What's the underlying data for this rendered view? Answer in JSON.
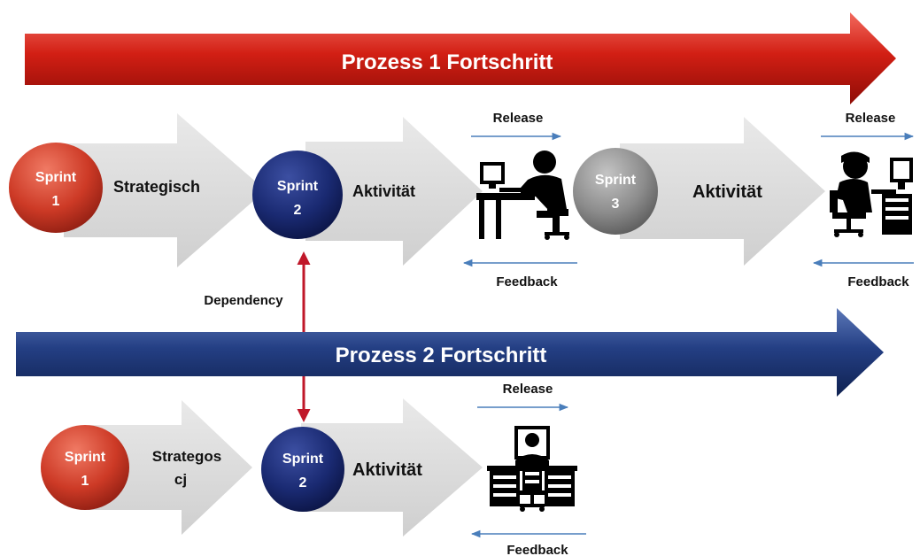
{
  "process1": {
    "banner": "Prozess 1 Fortschritt",
    "sprint1": {
      "line1": "Sprint",
      "line2": "1",
      "activity": "Strategisch"
    },
    "sprint2": {
      "line1": "Sprint",
      "line2": "2",
      "activity": "Aktivität"
    },
    "sprint3": {
      "line1": "Sprint",
      "line2": "3",
      "activity": "Aktivität"
    },
    "release_a": "Release",
    "feedback_a": "Feedback",
    "release_b": "Release",
    "feedback_b": "Feedback"
  },
  "dependency": "Dependency",
  "process2": {
    "banner": "Prozess 2 Fortschritt",
    "sprint1": {
      "line1": "Sprint",
      "line2": "1",
      "activity_line1": "Strategos",
      "activity_line2": "cj"
    },
    "sprint2": {
      "line1": "Sprint",
      "line2": "2",
      "activity": "Aktivität"
    },
    "release": "Release",
    "feedback": "Feedback"
  },
  "colors": {
    "banner_red": "#c00000",
    "banner_blue": "#1f3870",
    "sprint_red": "#c0392b",
    "sprint_navy": "#1a2a6c",
    "sprint_gray": "#8a8a8a",
    "arrow_gray": "#d9d9d9",
    "flow_blue": "#4a7ebb",
    "dependency_red": "#c0182a"
  },
  "icons": [
    "worker-at-desk-icon",
    "person-at-desk-icon",
    "person-at-monitor-icon"
  ]
}
